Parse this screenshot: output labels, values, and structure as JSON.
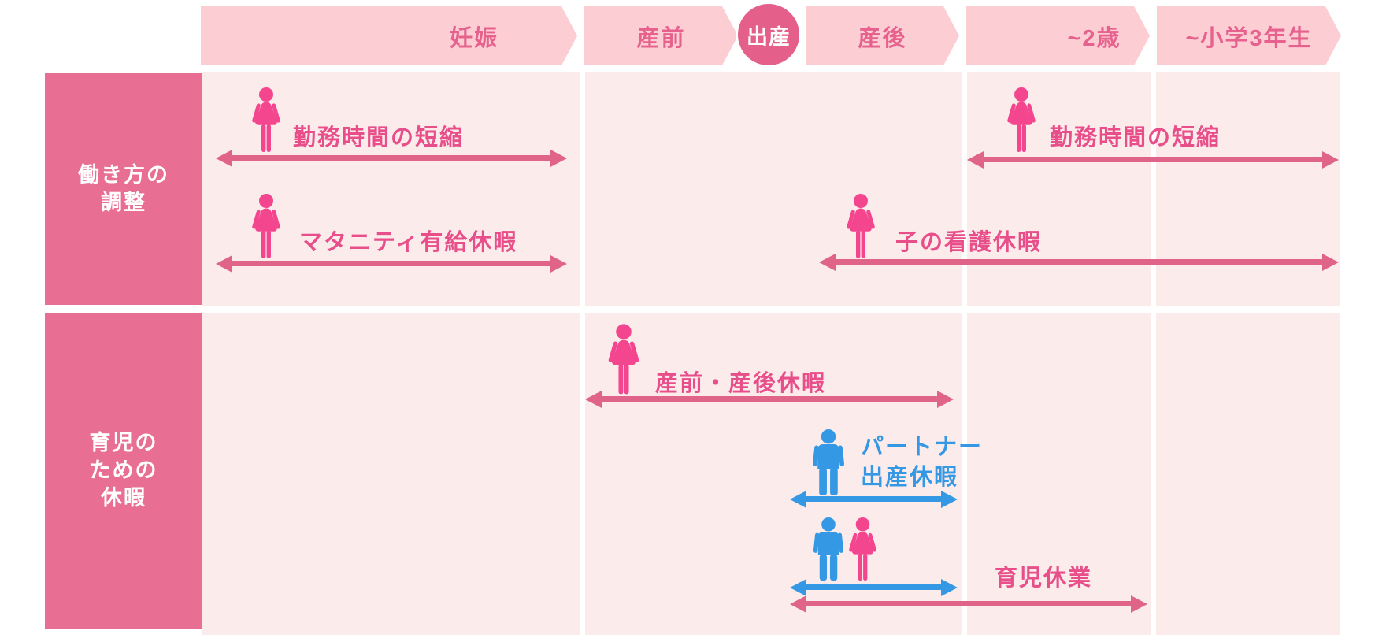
{
  "timeline": {
    "stages": [
      {
        "id": "pregnancy",
        "label": "妊娠"
      },
      {
        "id": "pre-birth",
        "label": "産前"
      },
      {
        "id": "birth",
        "label": "出産",
        "shape": "circle"
      },
      {
        "id": "post-birth",
        "label": "産後"
      },
      {
        "id": "to-age-2",
        "label": "~2歳"
      },
      {
        "id": "to-grade-3",
        "label": "~小学3年生"
      }
    ]
  },
  "sidebar": {
    "rows": [
      {
        "id": "work-style-adjustment",
        "lines": [
          "働き方の",
          "調整"
        ]
      },
      {
        "id": "childcare-leave-group",
        "lines": [
          "育児の",
          "ための",
          "休暇"
        ]
      }
    ]
  },
  "items": {
    "shorter_hours_left": {
      "label": "勤務時間の短縮",
      "person": "woman"
    },
    "maternity_paid_leave": {
      "label": "マタニティ有給休暇",
      "person": "woman"
    },
    "shorter_hours_right": {
      "label": "勤務時間の短縮",
      "person": "woman"
    },
    "child_nursing_leave": {
      "label": "子の看護休暇",
      "person": "woman"
    },
    "pre_post_birth_leave": {
      "label": "産前・産後休暇",
      "person": "woman"
    },
    "partner_birth_leave": {
      "lines": [
        "パートナー",
        "出産休暇"
      ],
      "person": "man"
    },
    "childcare_leave": {
      "label": "育児休業",
      "person": "man+woman"
    }
  },
  "icons": {
    "woman": "woman-icon",
    "man": "man-icon"
  },
  "colors": {
    "banner_bg": "#fccdd2",
    "banner_text": "#e6618e",
    "birth_circle_bg": "#e45f8a",
    "sidebar_bg": "#e96e93",
    "cell_bg": "#fbeceb",
    "woman_icon": "#f4458f",
    "man_icon": "#3498e4",
    "arrow_pink": "#e06389",
    "arrow_blue": "#3498e4",
    "label_pink": "#e84f8a",
    "label_blue": "#3498e4"
  }
}
